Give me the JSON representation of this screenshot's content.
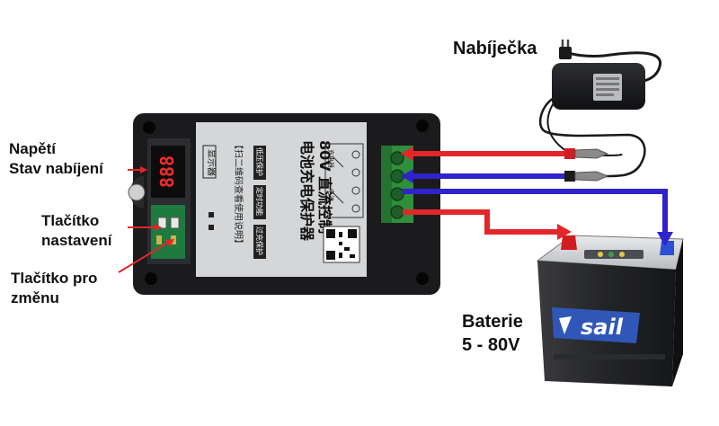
{
  "labels": {
    "voltage": "Napětí",
    "charge_state": "Stav nabíjení",
    "button_setup_1": "Tlačítko",
    "button_setup_2": "nastavení",
    "button_change_1": "Tlačítko pro",
    "button_change_2": "změnu",
    "charger": "Nabíječka",
    "battery_1": "Baterie",
    "battery_2": "5 - 80V"
  },
  "device": {
    "title_line1": "80V 直流控制",
    "title_line2": "电池充电保护器",
    "subtitle": "【扫二维码查看使用说明】",
    "display_label": "显示器",
    "readout": "888",
    "terminal_label_charger": "充电器",
    "terminal_label_battery": "电池",
    "function_tags": [
      "低压保护",
      "定时功能",
      "过充保护"
    ]
  },
  "battery": {
    "brand": "sail"
  },
  "colors": {
    "positive_wire": "#e3262b",
    "negative_wire": "#2f23c9",
    "device_body": "#1b1b1d",
    "panel": "#d4d6d8",
    "terminal": "#2f8f3a",
    "display_digits": "#ff2a2a"
  }
}
